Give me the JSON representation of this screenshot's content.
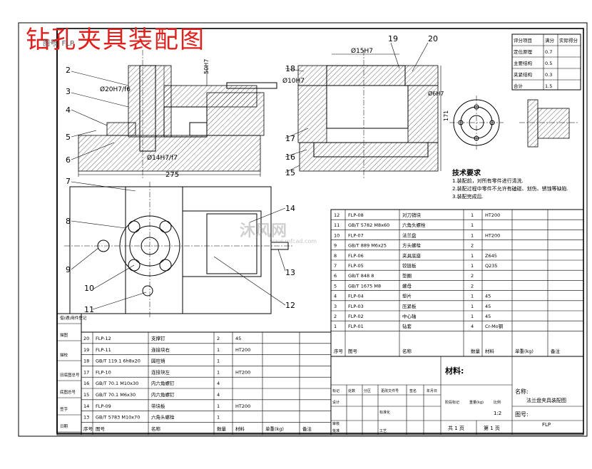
{
  "title": "钻孔夹具装配图",
  "drawing_no_corner": "图号: FLP",
  "watermark": {
    "brand": "沐风网",
    "url": "www.mfcad.com"
  },
  "scoring_table": [
    [
      "评分项目",
      "满分",
      "实际得分"
    ],
    [
      "定位原理",
      "0.7",
      ""
    ],
    [
      "主要结构",
      "0.5",
      ""
    ],
    [
      "夹紧结构",
      "0.3",
      ""
    ],
    [
      "合计",
      "1.5",
      ""
    ]
  ],
  "technical_requirements": {
    "title": "技术要求",
    "items": [
      "1.装配前，对所有零件进行清洗.",
      "2.装配过程中零件不允许有磕碰、划伤、锈蚀等缺陷.",
      "3.装配完成后."
    ]
  },
  "dimensions": {
    "d275": "275",
    "d20": "Ø20H7/f6",
    "d14": "Ø14H7/f7",
    "d15": "Ø15H7",
    "d10": "Ø10H7",
    "d6": "Ø6H7",
    "h50": "50H7",
    "h171": "171"
  },
  "callouts": [
    "2",
    "3",
    "4",
    "5",
    "6",
    "7",
    "8",
    "9",
    "10",
    "11",
    "12",
    "13",
    "14",
    "15",
    "16",
    "17",
    "18",
    "19",
    "20"
  ],
  "bom_upper": {
    "rows": [
      [
        "12",
        "FLP-08",
        "对刀销块",
        "1",
        "HT200"
      ],
      [
        "11",
        "GB/T 5782 M8x60",
        "六角头螺栓",
        "1",
        ""
      ],
      [
        "10",
        "FLP-07",
        "法兰盘",
        "1",
        "HT200"
      ],
      [
        "9",
        "GB/T 889 M6x25",
        "方头螺栓",
        "2",
        ""
      ],
      [
        "8",
        "FLP-06",
        "夹具底座",
        "1",
        "Z645"
      ],
      [
        "7",
        "FLP-05",
        "铰链板",
        "1",
        "Q235"
      ],
      [
        "6",
        "GB/T 848 8",
        "垫圈",
        "2",
        ""
      ],
      [
        "5",
        "GB/T 1675 M8",
        "螺母",
        "2",
        ""
      ],
      [
        "4",
        "FLP-04",
        "垫片",
        "1",
        "45"
      ],
      [
        "3",
        "FLP-03",
        "压紧板",
        "1",
        "45"
      ],
      [
        "2",
        "FLP-02",
        "中心轴",
        "1",
        "45"
      ],
      [
        "1",
        "FLP-01",
        "钻套",
        "4",
        "Cr-Mo钢"
      ]
    ],
    "header": [
      "序号",
      "图号",
      "名称",
      "数量",
      "材料",
      "单重(kg)",
      "备注"
    ]
  },
  "bom_lower": {
    "rows": [
      [
        "20",
        "FLP-12",
        "支撑钉",
        "2",
        "45"
      ],
      [
        "19",
        "FLP-11",
        "连接块右",
        "1",
        "HT200"
      ],
      [
        "18",
        "GB/T 119.1 6h8x20",
        "圆柱销",
        "1",
        ""
      ],
      [
        "17",
        "FLP-10",
        "连接块左",
        "1",
        "HT200"
      ],
      [
        "16",
        "GB/T 70.1 M10x30",
        "内六角螺钉",
        "4",
        ""
      ],
      [
        "15",
        "GB/T 70.1 M6x30",
        "内六角螺钉",
        "4",
        ""
      ],
      [
        "14",
        "FLP-09",
        "带块板",
        "1",
        "HT200"
      ],
      [
        "13",
        "GB/T 5783 M10x70",
        "六角头螺栓",
        "1",
        ""
      ]
    ],
    "header": [
      "序号",
      "图号",
      "名称",
      "数量",
      "材料",
      "单重(kg)",
      "备注"
    ]
  },
  "left_column_labels": [
    "借(通)用件登记",
    "描图",
    "描校",
    "旧底图总号",
    "底图总号",
    "签字",
    "日期"
  ],
  "title_block": {
    "material_label": "材料:",
    "name_label": "名称:",
    "name_value": "法兰盘夹具装配图",
    "scale": "1:2",
    "total_sheets": "共 1 页",
    "sheet_no": "第 1 页",
    "drawing_no_label": "图号:",
    "drawing_no_value": "FLP",
    "revision_headers": [
      "标记",
      "处数",
      "分区",
      "更改文件号",
      "签名",
      "年月日"
    ],
    "sign_rows": [
      "设计",
      "标准化",
      "审核",
      "工艺",
      "批准"
    ],
    "stage_headers": [
      "阶段标记",
      "重量(kg)",
      "比例"
    ]
  }
}
